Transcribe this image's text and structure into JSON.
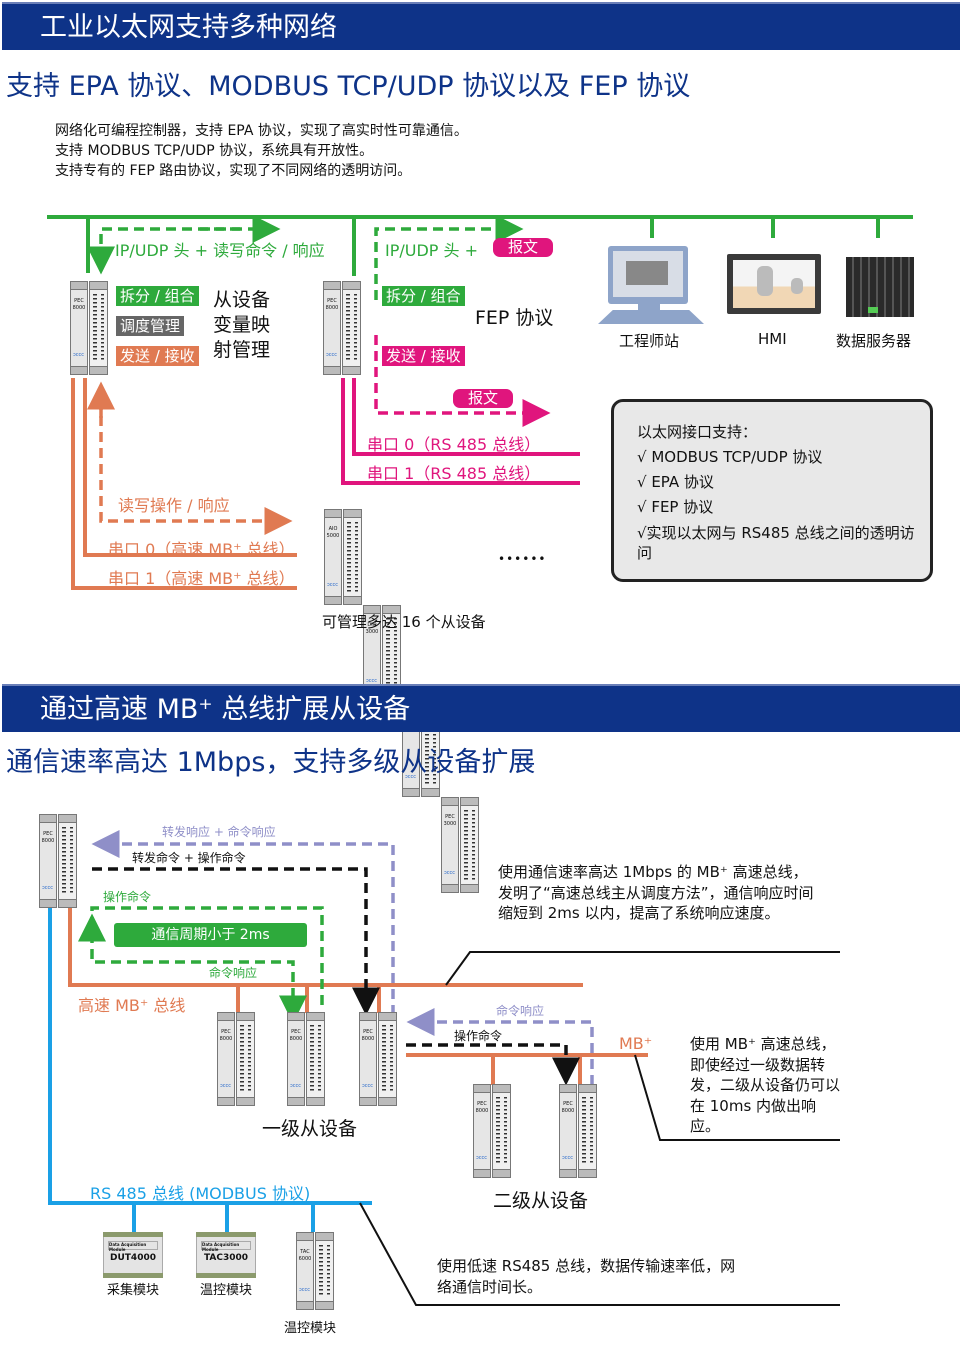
{
  "section1": {
    "banner": "工业以太网支持多种网络",
    "subtitle": "支持 EPA 协议、MODBUS TCP/UDP 协议以及 FEP 协议",
    "intro_lines": [
      "网络化可编程控制器，支持 EPA 协议，实现了高实时性可靠通信。",
      "支持 MODBUS TCP/UDP 协议，系统具有开放性。",
      "支持专有的 FEP 路由协议，实现了不同网络的透明访问。"
    ],
    "left_controller": {
      "model": "PEC 8000",
      "arrow_label": "IP/UDP 头 + 读写命令 / 响应",
      "tags": [
        "拆分 / 组合",
        "调度管理",
        "发送 / 接收"
      ],
      "description": [
        "从设备",
        "变量映",
        "射管理"
      ],
      "serial_arrow_label": "读写操作 / 响应",
      "serial_ports": [
        "串口 0（高速 MB⁺ 总线）",
        "串口 1（高速 MB⁺ 总线）"
      ]
    },
    "right_controller": {
      "model": "PEC 8000",
      "arrow_label": "IP/UDP 头 +",
      "message_pill": "报文",
      "tags": [
        "拆分 / 组合",
        "发送 / 接收"
      ],
      "description": "FEP 协议",
      "bottom_pill": "报文",
      "serial_ports": [
        "串口 0（RS 485 总线）",
        "串口 1（RS 485 总线）"
      ]
    },
    "network_devices": [
      {
        "name": "工程师站",
        "icon": "workstation-icon"
      },
      {
        "name": "HMI",
        "icon": "hmi-panel-icon"
      },
      {
        "name": "数据服务器",
        "icon": "server-rack-icon"
      }
    ],
    "slave_rack": {
      "modules": [
        "AIO 5000",
        "DIO 3000",
        "DIO 3400",
        "PEC 3000"
      ],
      "ellipsis": "••••••",
      "caption": "可管理多达 16 个从设备"
    },
    "infobox": {
      "title": "以太网接口支持：",
      "items": [
        "√ MODBUS TCP/UDP 协议",
        "√ EPA 协议",
        "√ FEP 协议",
        "√实现以太网与 RS485 总线之间的透明访问"
      ]
    }
  },
  "section2": {
    "banner": "通过高速 MB⁺ 总线扩展从设备",
    "subtitle": "通信速率高达 1Mbps，支持多级从设备扩展",
    "master_model": "PEC 8000",
    "flow_labels": {
      "forward_response": "转发响应 + 命令响应",
      "forward_command": "转发命令 + 操作命令",
      "operate_command": "操作命令",
      "cycle_badge": "通信周期小于 2ms",
      "command_response": "命令响应",
      "sub_command_response": "命令响应",
      "sub_operate_command": "操作命令"
    },
    "bus_labels": {
      "mb_bus": "高速 MB⁺ 总线",
      "mb_short": "MB⁺",
      "rs485": "RS 485 总线 (MODBUS 协议)"
    },
    "level1_caption": "一级从设备",
    "level2_caption": "二级从设备",
    "slave_model": "PEC 8000",
    "notes": {
      "mb_speed": "使用通信速率高达 1Mbps 的 MB⁺ 高速总线，发明了“高速总线主从调度方法”，通信响应时间缩短到 2ms 以内，提高了系统响应速度。",
      "mb_second_level": "使用 MB⁺ 高速总线，即使经过一级数据转发，二级从设备仍可以在 10ms 内做出响应。",
      "rs485": "使用低速 RS485 总线，数据传输速率低，网络通信时间长。"
    },
    "rs485_modules": [
      {
        "model": "DUT4000",
        "header": "Data Acquisition Module",
        "caption": "采集模块"
      },
      {
        "model": "TAC3000",
        "header": "Data Acquisition Module",
        "caption": "温控模块"
      },
      {
        "model": "TAC 6000",
        "caption": "温控模块"
      }
    ]
  },
  "colors": {
    "banner": "#0e3388",
    "ethernet_green": "#2eaa3c",
    "mb_orange": "#e07a52",
    "rs485_magenta": "#e0157d",
    "rs485_blue": "#1aa0e6",
    "response_lavender": "#8f8fc8",
    "dispatch_gray": "#666666"
  }
}
